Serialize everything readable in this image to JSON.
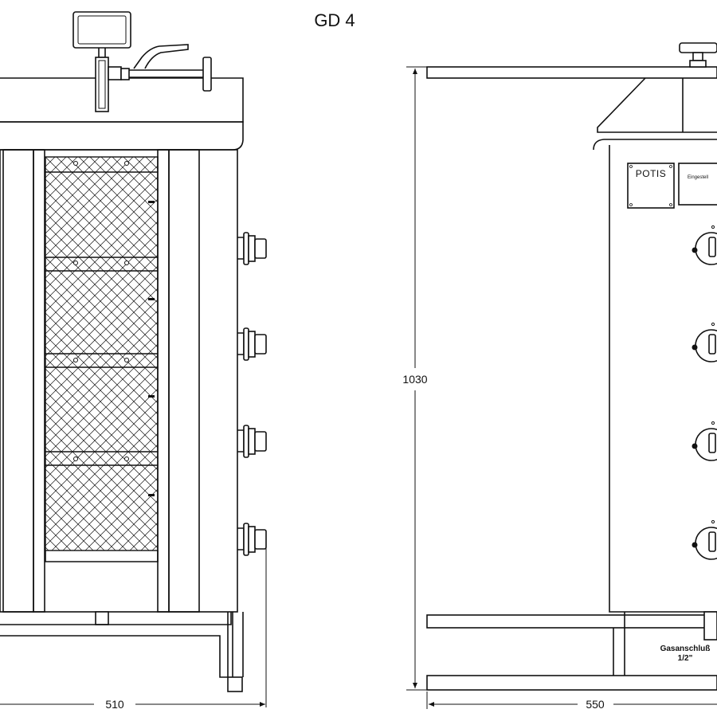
{
  "title": "GD 4",
  "front_view": {
    "width_dimension": "510"
  },
  "side_view": {
    "height_dimension": "1030",
    "depth_dimension": "550",
    "brand": "POTIS",
    "plate_text": "Eingestell",
    "gas_label_line1": "Gasanschluß",
    "gas_label_line2": "1/2\""
  }
}
